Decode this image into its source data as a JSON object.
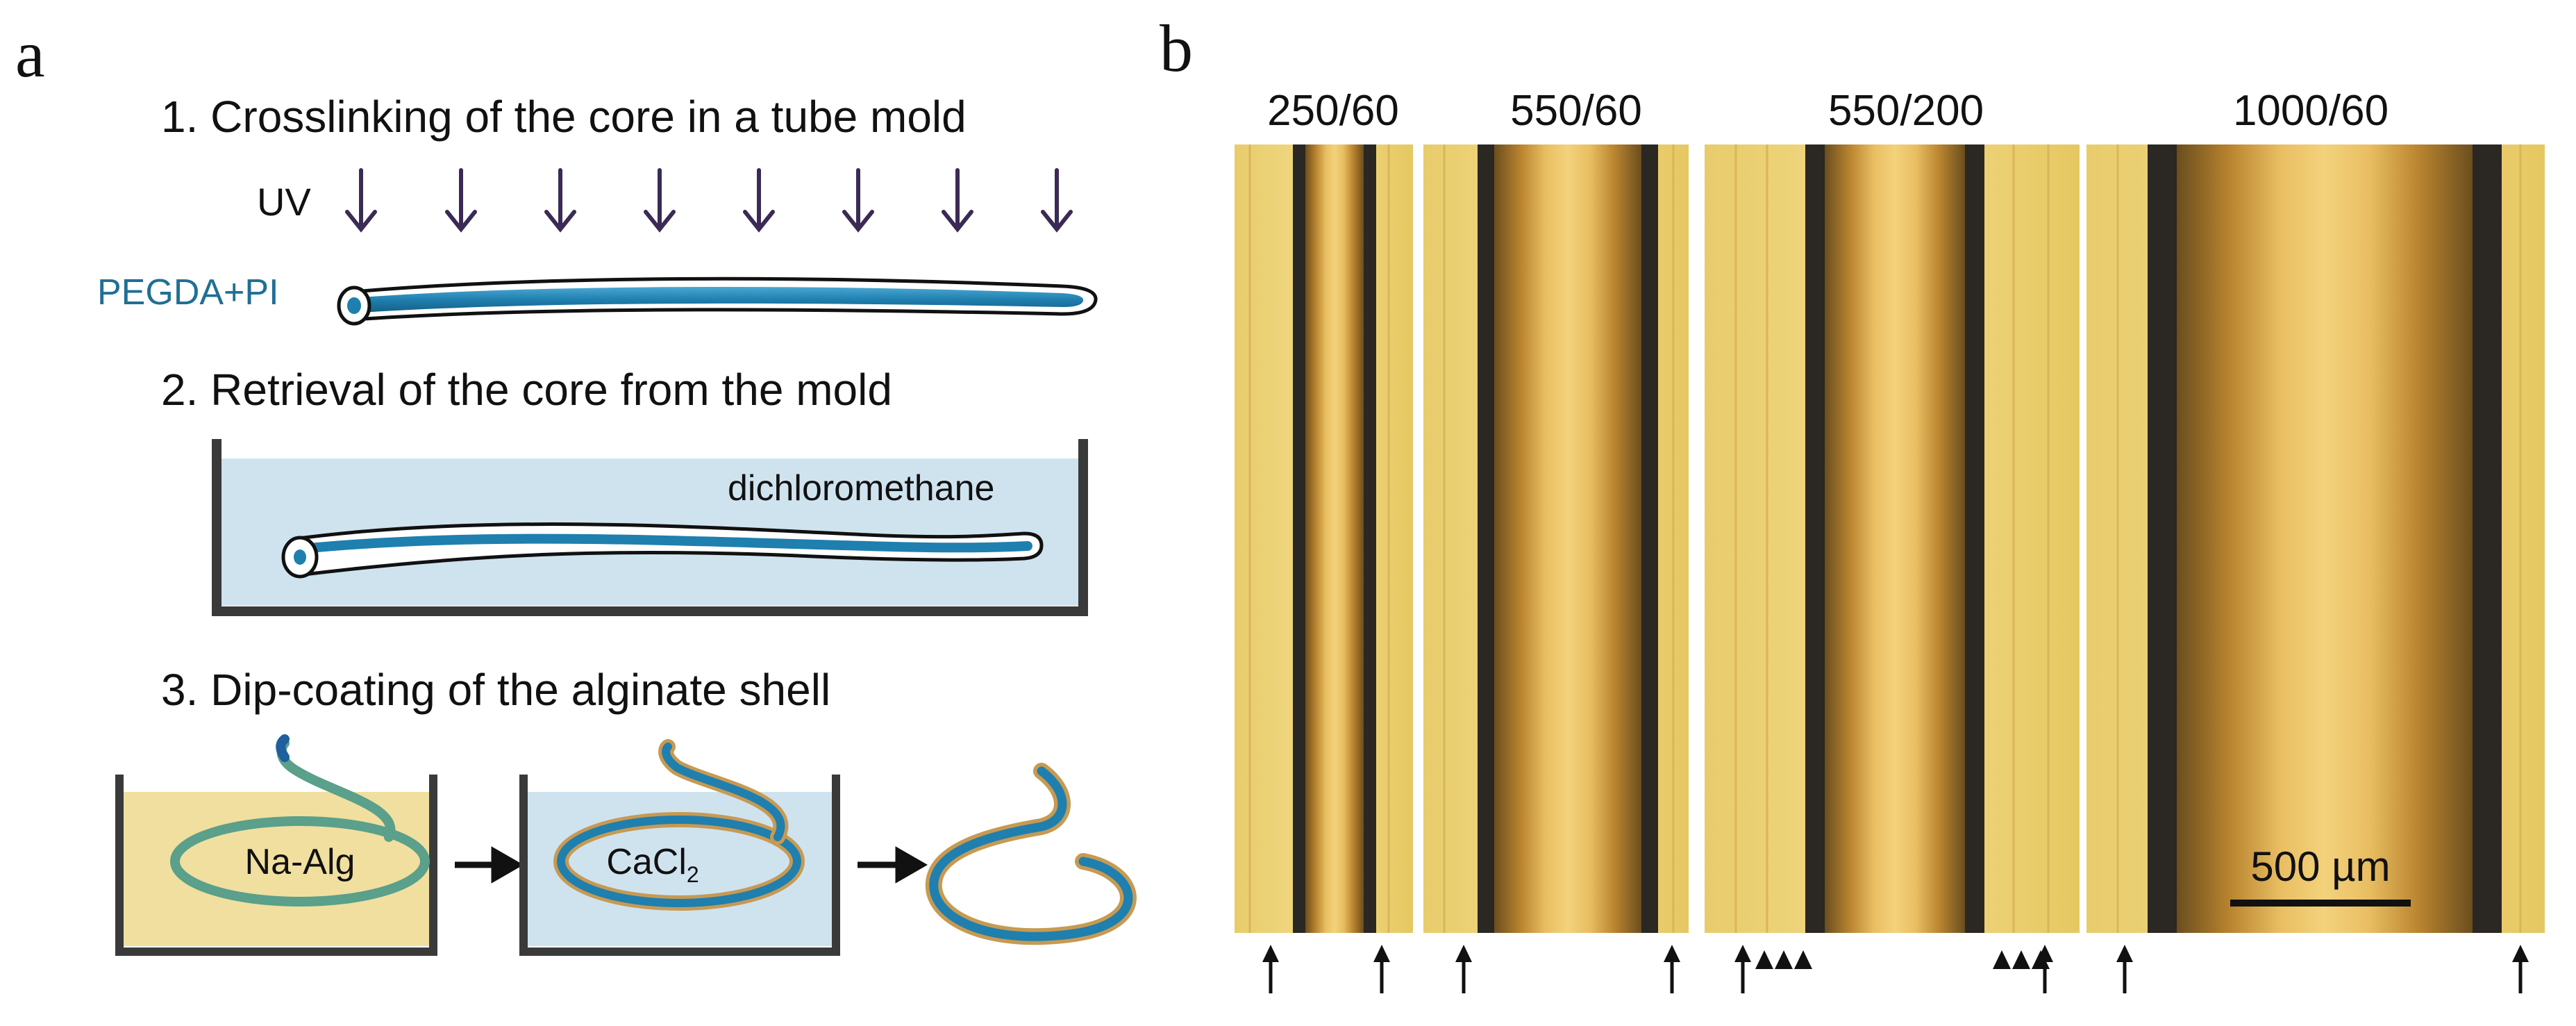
{
  "panel_a": {
    "letter": "a",
    "step1": {
      "title": "1. Crosslinking of the core in a tube mold",
      "uv_label": "UV",
      "material_label": "PEGDA+PI"
    },
    "step2": {
      "title": "2. Retrieval of the core from the mold",
      "solvent_label": "dichloromethane"
    },
    "step3": {
      "title": "3. Dip-coating of the alginate shell",
      "bath1_label": "Na-Alg",
      "bath2_label": "CaCl",
      "bath2_subscript": "2"
    }
  },
  "panel_b": {
    "letter": "b",
    "samples": [
      {
        "label": "250/60"
      },
      {
        "label": "550/60"
      },
      {
        "label": "550/200"
      },
      {
        "label": "1000/60"
      }
    ],
    "scale_bar_label": "500 µm"
  },
  "colors": {
    "core_blue": "#1f7fae",
    "core_light": "#5fb8dc",
    "solvent_blue": "#cfe3ef",
    "alginate_yellow": "#f1dfa0",
    "shell_green": "#5aa08a",
    "micro_bg": "#e9cf73",
    "micro_dark": "#2b2722",
    "micro_gold": "#d6a544",
    "uv_arrow": "#3b2a55",
    "text": "#111111"
  }
}
